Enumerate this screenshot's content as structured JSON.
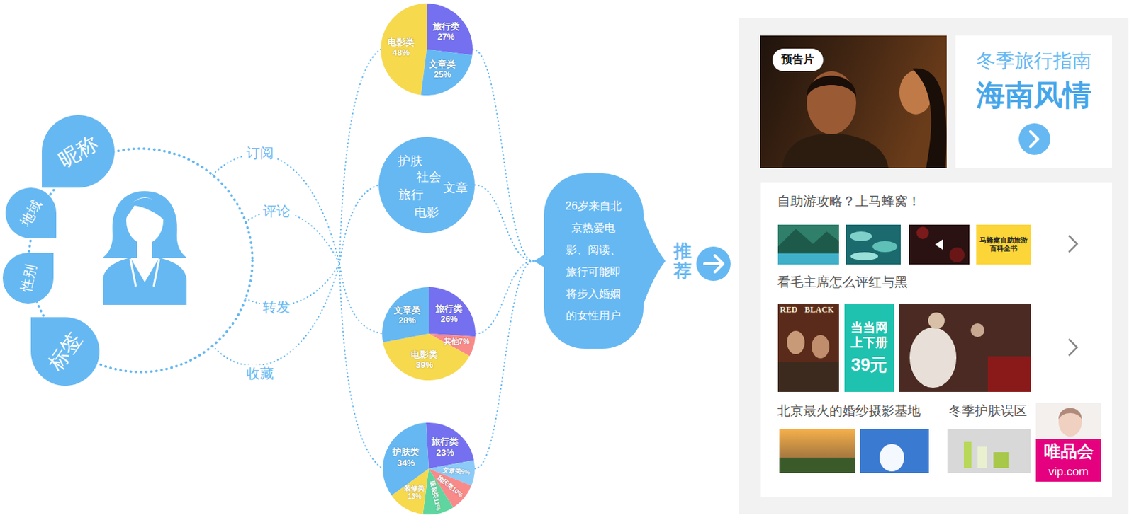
{
  "diagram": {
    "nodes": [
      {
        "text": [
          "昵称"
        ]
      },
      {
        "text": [
          "地域"
        ]
      },
      {
        "text": [
          "性别"
        ]
      },
      {
        "text": [
          "标签"
        ]
      },
      {
        "text": [
          "电影类 48%",
          "旅行类 27%",
          "文章类 25%"
        ]
      },
      {
        "text": [
          "护肤",
          "社会",
          "文章",
          "旅行",
          "电影"
        ]
      },
      {
        "text": [
          "旅行类 26%",
          "文章类 28%",
          "其他7%",
          "电影类 39%"
        ]
      },
      {
        "text": [
          "旅行类 23%",
          "护肤类 34%",
          "文章类9%",
          "婚庆类10%",
          "服装类11%",
          "装修类 13%"
        ]
      },
      {
        "text": [
          "26岁来自北京热爱电影、阅读、旅行可能即将步入婚姻的女性用户",
          "推荐"
        ]
      },
      {
        "text": [
          "预告片"
        ]
      },
      {
        "text": [
          "冬季旅行指南",
          "海南风情"
        ]
      },
      {
        "text": [
          "自助游攻略？上马蜂窝！",
          "看毛主席怎么评红与黑",
          "北京最火的婚纱摄影基地",
          "冬季护肤误区"
        ]
      },
      {
        "text": [
          "马蜂窝自助旅游 百科全书"
        ],
        "in": 11
      },
      {
        "text": [
          "当当网 上下册",
          "39元"
        ],
        "in": 11
      },
      {
        "text": [
          "唯品会",
          "vip.com"
        ],
        "in": 11
      }
    ],
    "edges": [
      {
        "from": 4,
        "to": 8,
        "arrow": "none"
      },
      {
        "from": 5,
        "to": 8,
        "arrow": "none"
      },
      {
        "from": 6,
        "to": 8,
        "arrow": "none"
      },
      {
        "from": 7,
        "to": 8,
        "arrow": "none"
      }
    ],
    "labels": [
      "订阅",
      "评论",
      "转发",
      "收藏",
      "RED",
      "BLACK"
    ]
  }
}
